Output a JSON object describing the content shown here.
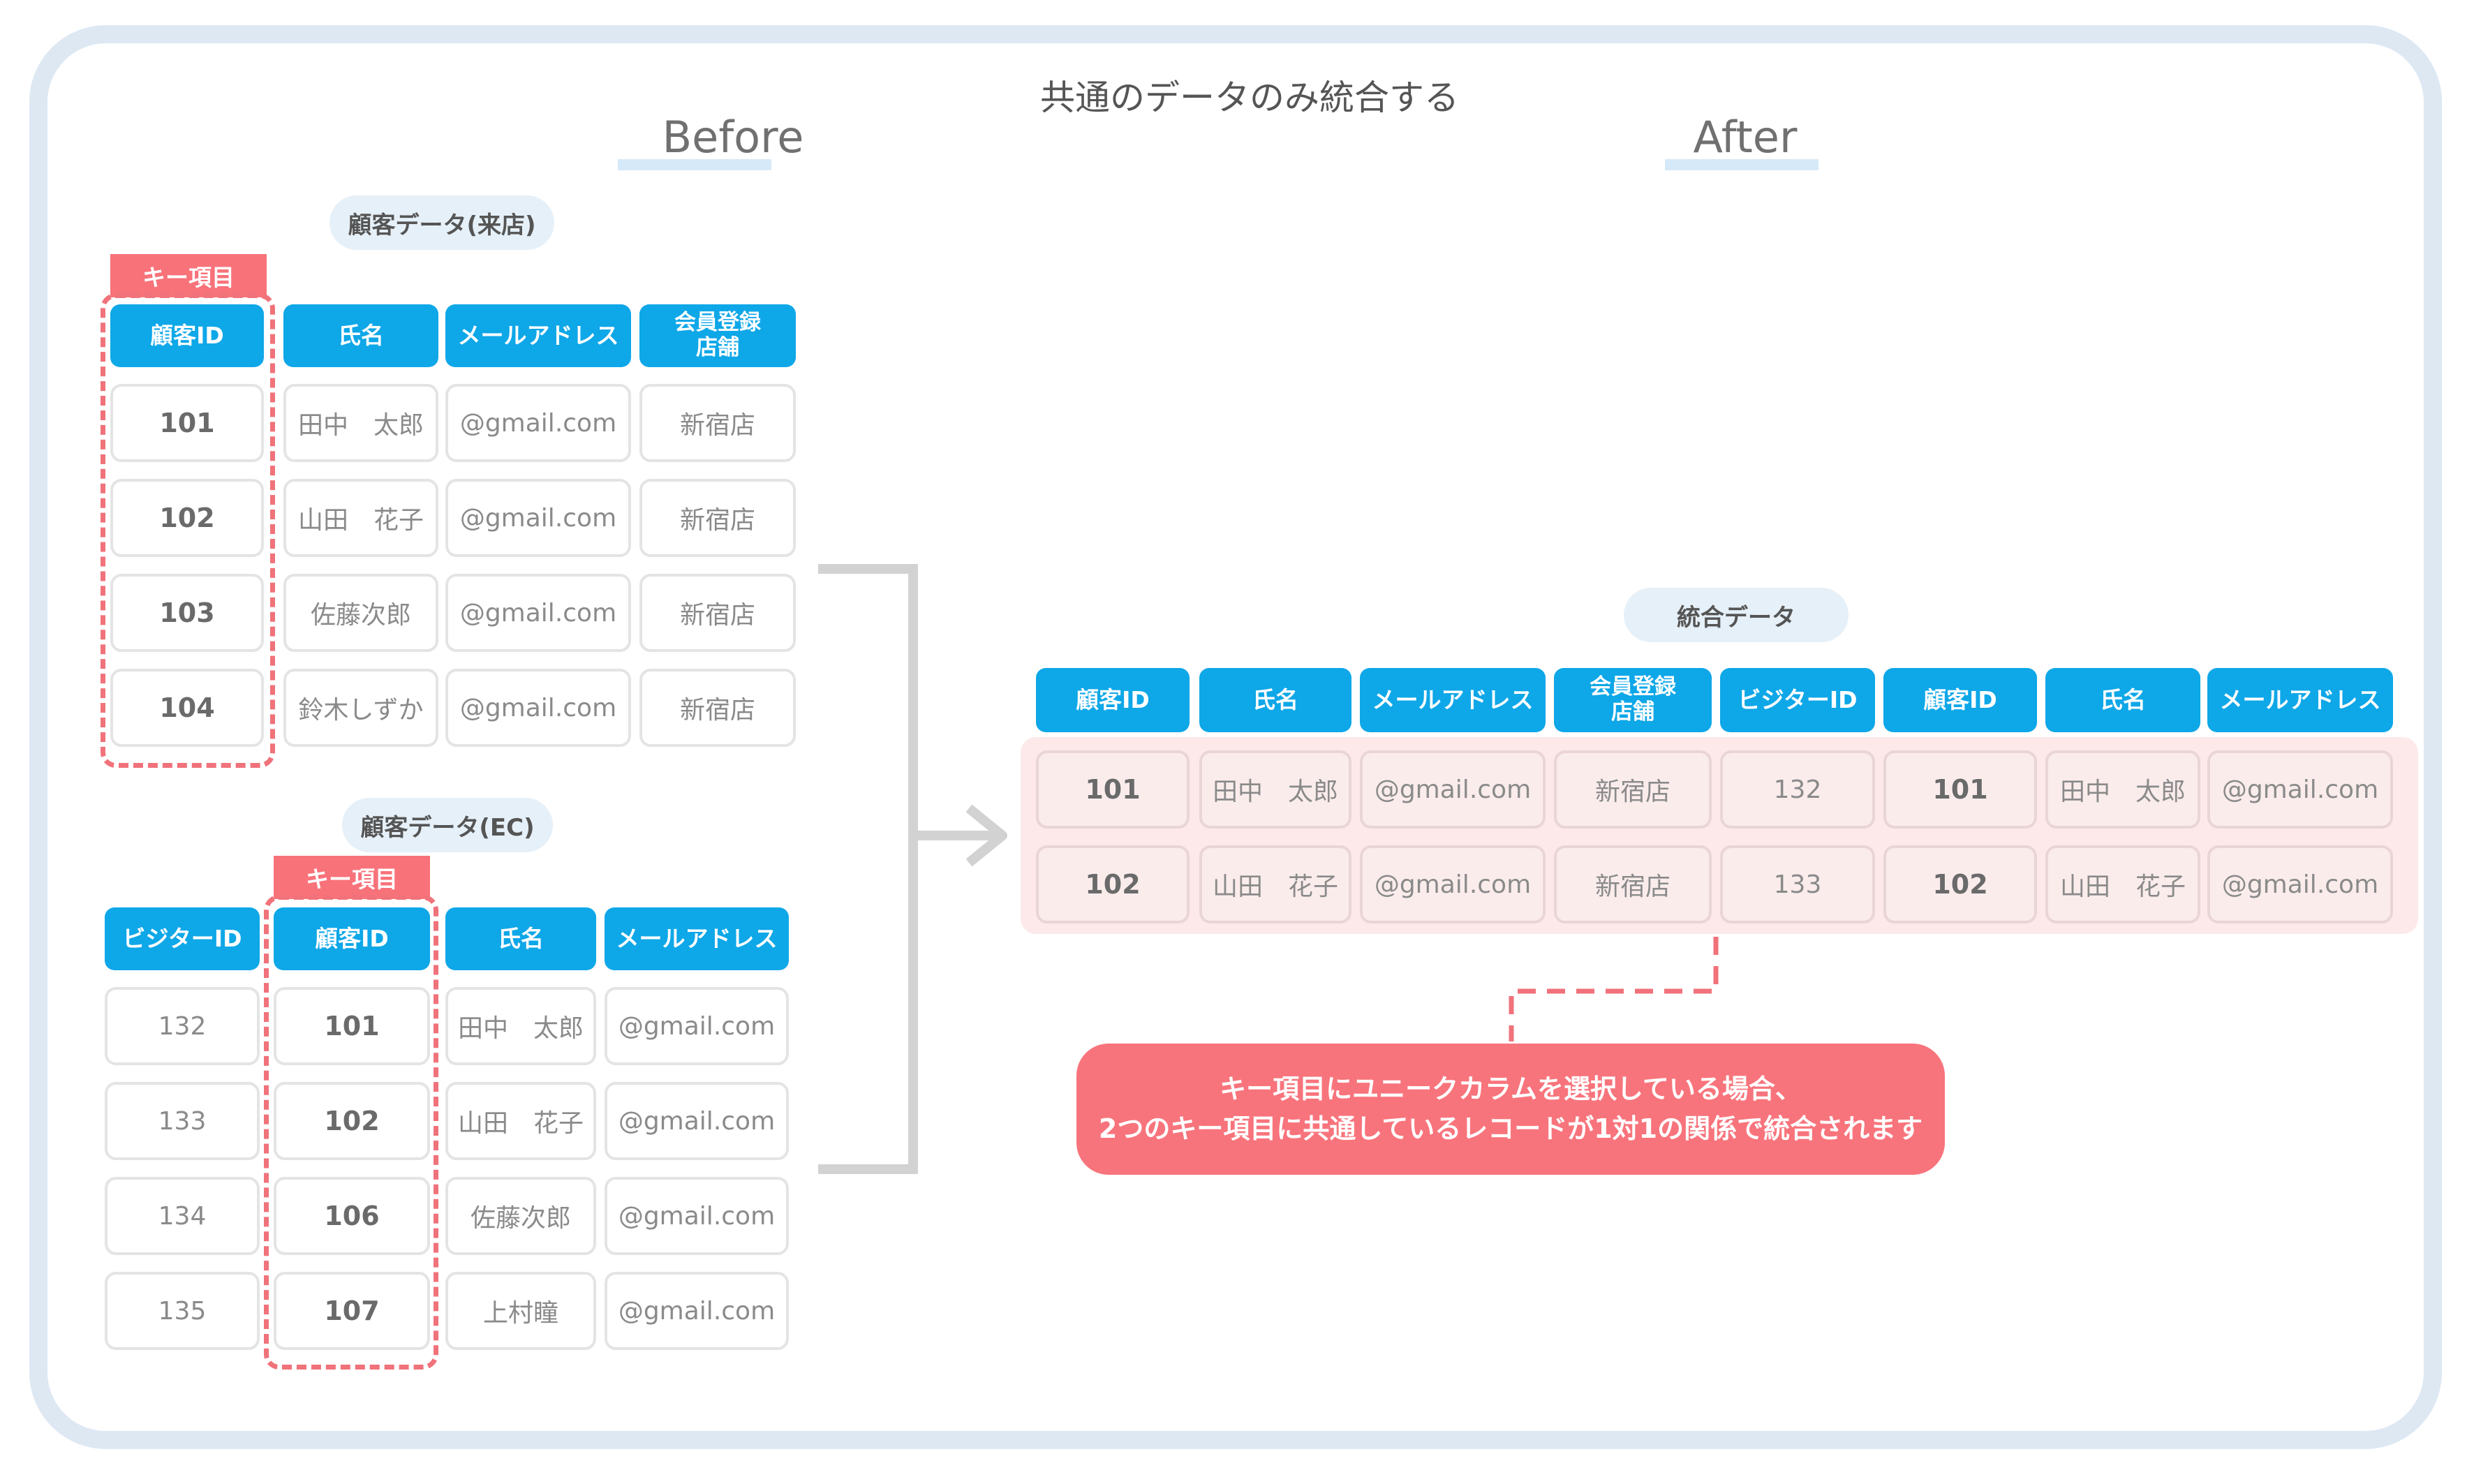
{
  "title": "共通のデータのみ統合する",
  "before_label": "Before",
  "after_label": "After",
  "key_tag": "キー項目",
  "store_table": {
    "name": "顧客データ(来店)",
    "headers": [
      "顧客ID",
      "氏名",
      "メールアドレス",
      "会員登録\n店舗"
    ],
    "rows": [
      [
        "101",
        "田中　太郎",
        "@gmail.com",
        "新宿店"
      ],
      [
        "102",
        "山田　花子",
        "@gmail.com",
        "新宿店"
      ],
      [
        "103",
        "佐藤次郎",
        "@gmail.com",
        "新宿店"
      ],
      [
        "104",
        "鈴木しずか",
        "@gmail.com",
        "新宿店"
      ]
    ]
  },
  "ec_table": {
    "name": "顧客データ(EC)",
    "headers": [
      "ビジターID",
      "顧客ID",
      "氏名",
      "メールアドレス"
    ],
    "rows": [
      [
        "132",
        "101",
        "田中　太郎",
        "@gmail.com"
      ],
      [
        "133",
        "102",
        "山田　花子",
        "@gmail.com"
      ],
      [
        "134",
        "106",
        "佐藤次郎",
        "@gmail.com"
      ],
      [
        "135",
        "107",
        "上村瞳",
        "@gmail.com"
      ]
    ]
  },
  "merged_table": {
    "name": "統合データ",
    "headers": [
      "顧客ID",
      "氏名",
      "メールアドレス",
      "会員登録\n店舗",
      "ビジターID",
      "顧客ID",
      "氏名",
      "メールアドレス"
    ],
    "rows": [
      [
        "101",
        "田中　太郎",
        "@gmail.com",
        "新宿店",
        "132",
        "101",
        "田中　太郎",
        "@gmail.com"
      ],
      [
        "102",
        "山田　花子",
        "@gmail.com",
        "新宿店",
        "133",
        "102",
        "山田　花子",
        "@gmail.com"
      ]
    ]
  },
  "note": {
    "line1": "キー項目にユニークカラムを選択している場合、",
    "line2": "2つのキー項目に共通しているレコードが1対1の関係で統合されます"
  },
  "colors": {
    "header_blue": "#0ea7e8",
    "key_red": "#f8727a",
    "frame": "#dde8f3",
    "merged_band": "#fde9ea"
  }
}
